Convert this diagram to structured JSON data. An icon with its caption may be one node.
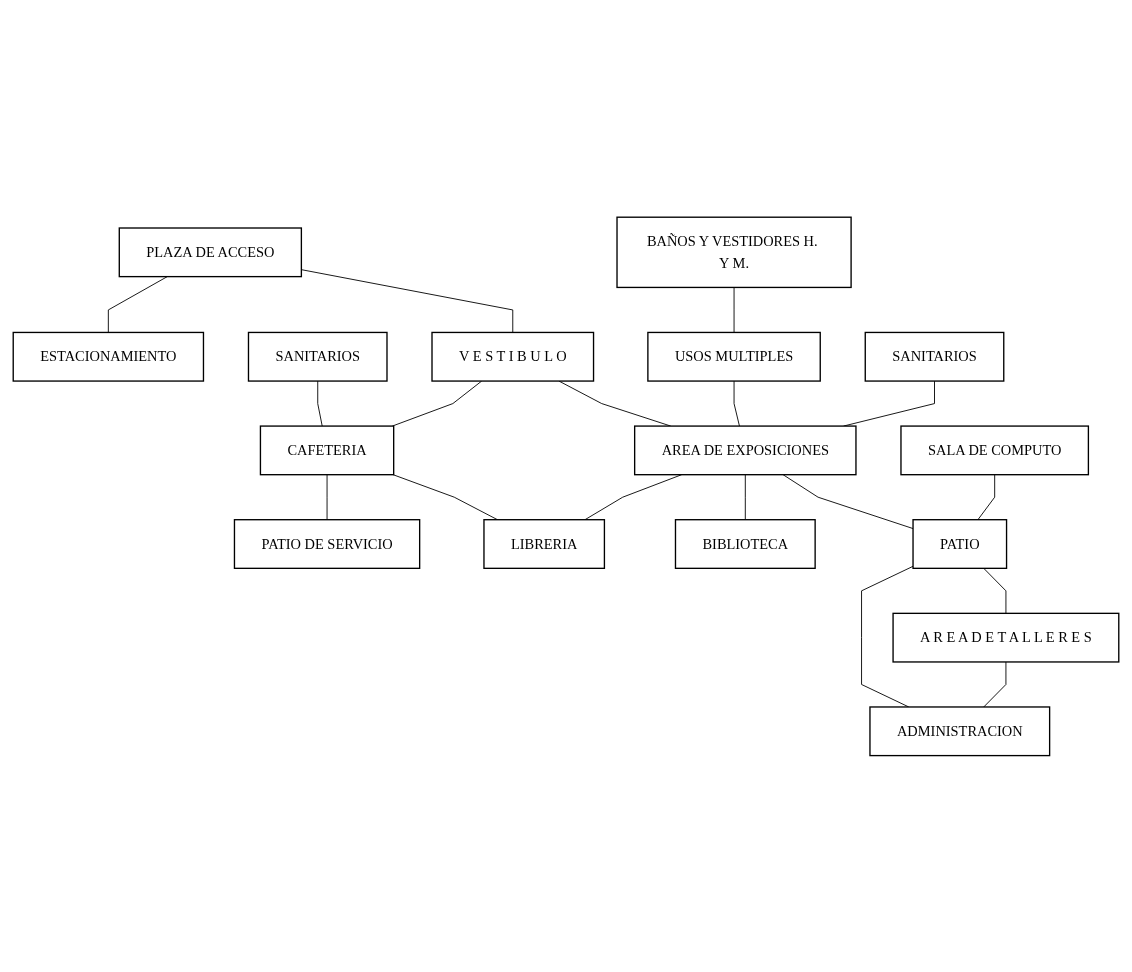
{
  "diagram": {
    "nodes": [
      {
        "text": [
          "PLAZA DE ACCESO"
        ]
      },
      {
        "text": [
          "ESTACIONAMIENTO"
        ]
      },
      {
        "text": [
          "V E S T I B U L O"
        ]
      },
      {
        "text": [
          "SANITARIOS"
        ]
      },
      {
        "text": [
          "BAÑOS Y VESTIDORES H. Y M."
        ]
      },
      {
        "text": [
          "CAFETERIA"
        ]
      },
      {
        "text": [
          "PATIO DE SERVICIO"
        ]
      },
      {
        "text": [
          "USOS MULTIPLES"
        ]
      },
      {
        "text": [
          "AREA DE EXPOSICIONES"
        ]
      },
      {
        "text": [
          "LIBRERIA"
        ]
      },
      {
        "text": [
          "SANITARIOS"
        ]
      },
      {
        "text": [
          "BIBLIOTECA"
        ]
      },
      {
        "text": [
          "SALA DE COMPUTO"
        ]
      },
      {
        "text": [
          "PATIO"
        ]
      },
      {
        "text": [
          "A R E A D E T A L L E R E S"
        ]
      },
      {
        "text": [
          "ADMINISTRACION"
        ]
      }
    ],
    "edges": [
      {
        "from": 0,
        "to": 1,
        "arrow": "none"
      },
      {
        "from": 0,
        "to": 2,
        "arrow": "none"
      },
      {
        "from": 3,
        "to": 5,
        "arrow": "none"
      },
      {
        "from": 2,
        "to": 5,
        "arrow": "none"
      },
      {
        "from": 5,
        "to": 6,
        "arrow": "none"
      },
      {
        "from": 4,
        "to": 7,
        "arrow": "none"
      },
      {
        "from": 2,
        "to": 8,
        "arrow": "none"
      },
      {
        "from": 5,
        "to": 9,
        "arrow": "none"
      },
      {
        "from": 7,
        "to": 8,
        "arrow": "none"
      },
      {
        "from": 8,
        "to": 9,
        "arrow": "none"
      },
      {
        "from": 10,
        "to": 8,
        "arrow": "none"
      },
      {
        "from": 8,
        "to": 11,
        "arrow": "none"
      },
      {
        "from": 8,
        "to": 13,
        "arrow": "none"
      },
      {
        "from": 12,
        "to": 13,
        "arrow": "none"
      },
      {
        "from": 13,
        "to": 14,
        "arrow": "none"
      },
      {
        "from": 13,
        "to": 15,
        "arrow": "none"
      },
      {
        "from": 14,
        "to": 15,
        "arrow": "none"
      }
    ]
  }
}
